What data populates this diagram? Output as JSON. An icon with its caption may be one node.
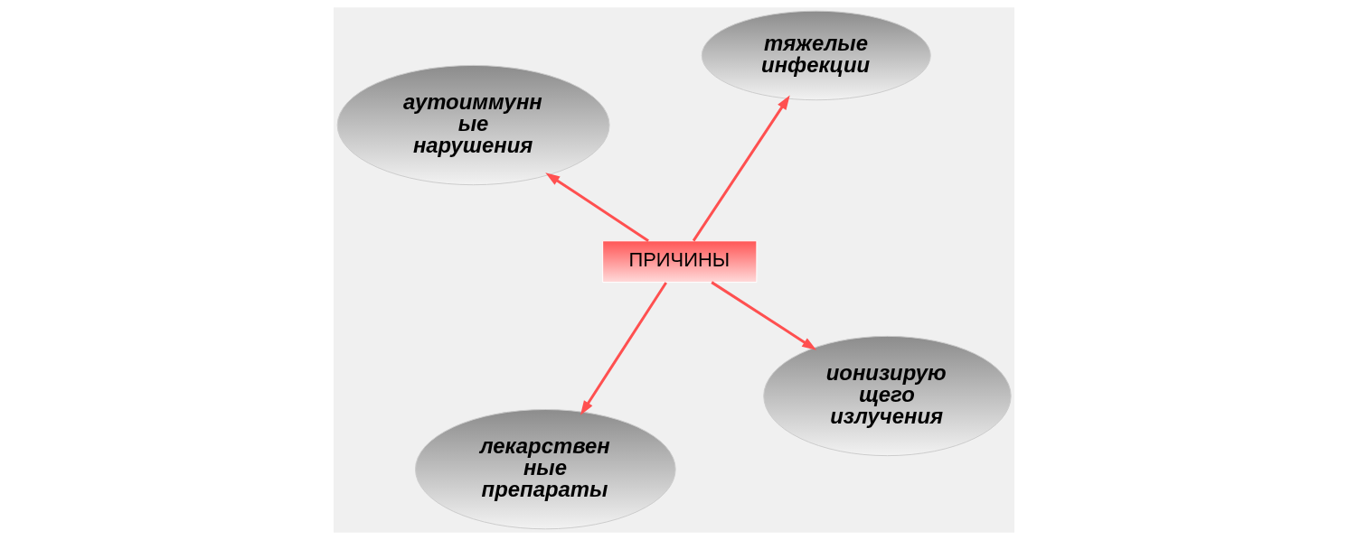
{
  "diagram": {
    "nodes": [
      {
        "text": [
          "ПРИЧИНЫ"
        ]
      },
      {
        "text": [
          "ионизирую щего излучения"
        ]
      },
      {
        "text": [
          "лекарствен ные препараты"
        ]
      },
      {
        "text": [
          "аутоиммунн ые нарушения"
        ]
      },
      {
        "text": [
          "тяжелые инфекции"
        ]
      }
    ],
    "edges": [
      {
        "from": 0,
        "to": 1,
        "arrow": "to"
      },
      {
        "from": 0,
        "to": 2,
        "arrow": "to"
      },
      {
        "from": 0,
        "to": 3,
        "arrow": "to"
      },
      {
        "from": 0,
        "to": 4,
        "arrow": "to"
      }
    ]
  }
}
